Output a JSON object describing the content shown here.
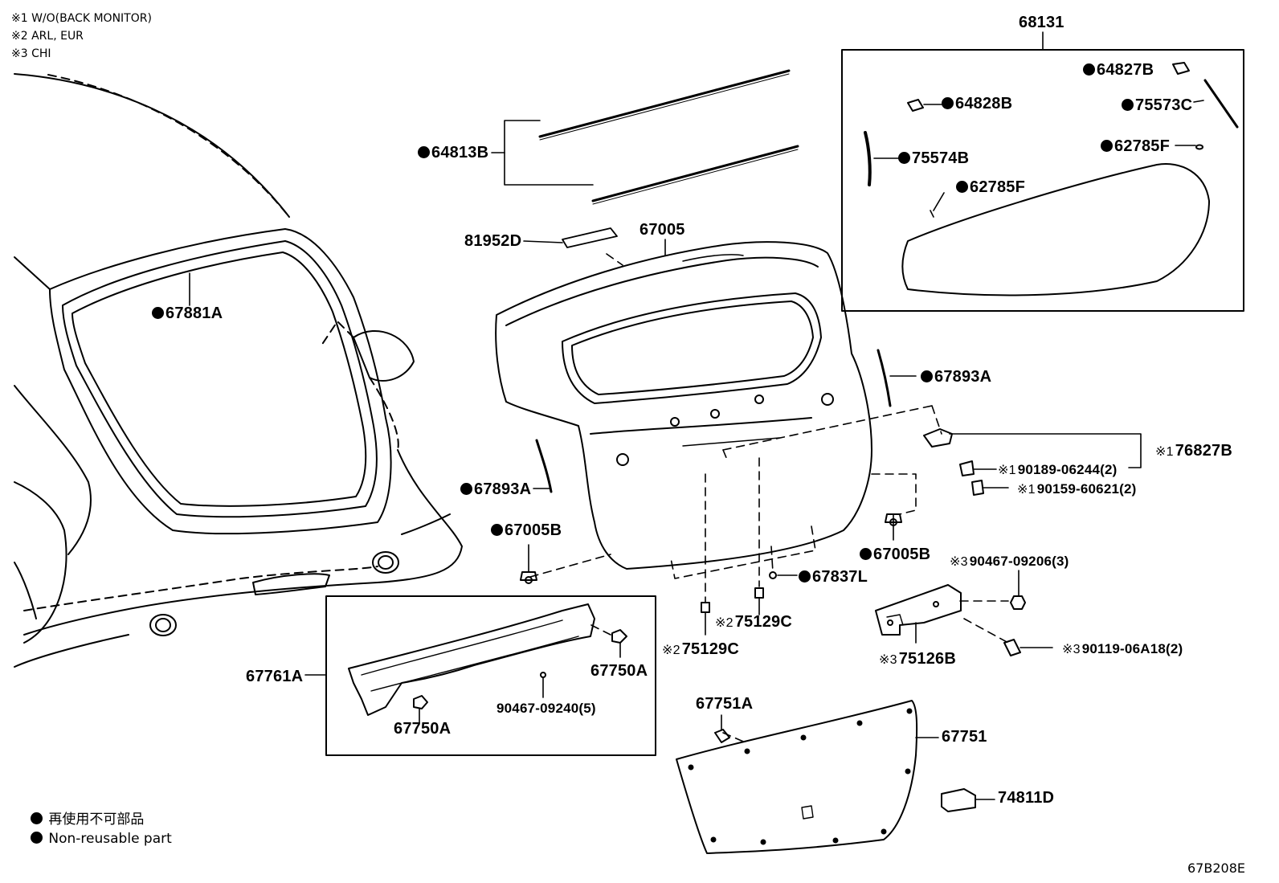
{
  "notes": [
    "※1 W/O(BACK MONITOR)",
    "※2 ARL, EUR",
    "※3 CHI"
  ],
  "legend": {
    "jp": "再使用不可部品",
    "en": "Non-reusable part"
  },
  "diagram_code": "67B208E",
  "box_68131_title": "68131",
  "parts": {
    "p64827B": {
      "pre": "●",
      "num": "64827B"
    },
    "p64828B": {
      "pre": "●",
      "num": "64828B"
    },
    "p75573C": {
      "pre": "●",
      "num": "75573C"
    },
    "p62785F_a": {
      "pre": "●",
      "num": "62785F"
    },
    "p75574B": {
      "pre": "●",
      "num": "75574B"
    },
    "p62785F_b": {
      "pre": "●",
      "num": "62785F"
    },
    "p64813B": {
      "pre": "●",
      "num": "64813B"
    },
    "p81952D": {
      "pre": "",
      "num": "81952D"
    },
    "p67005": {
      "pre": "",
      "num": "67005"
    },
    "p67881A": {
      "pre": "●",
      "num": "67881A"
    },
    "p67893A_r": {
      "pre": "●",
      "num": "67893A"
    },
    "p67893A_l": {
      "pre": "●",
      "num": "67893A"
    },
    "p76827B": {
      "pre": "※1",
      "num": "76827B"
    },
    "p90189": {
      "pre": "※1",
      "num": "90189-06244(2)"
    },
    "p90159": {
      "pre": "※1",
      "num": "90159-60621(2)"
    },
    "p67005B_l": {
      "pre": "●",
      "num": "67005B"
    },
    "p67005B_r": {
      "pre": "●",
      "num": "67005B"
    },
    "p90467_09206": {
      "pre": "※3",
      "num": "90467-09206(3)"
    },
    "p67837L": {
      "pre": "●",
      "num": "67837L"
    },
    "p75129C_a": {
      "pre": "※2",
      "num": "75129C"
    },
    "p75129C_b": {
      "pre": "※2",
      "num": "75129C"
    },
    "p75126B": {
      "pre": "※3",
      "num": "75126B"
    },
    "p90119": {
      "pre": "※3",
      "num": "90119-06A18(2)"
    },
    "p67761A": {
      "pre": "",
      "num": "67761A"
    },
    "p67750A_a": {
      "pre": "",
      "num": "67750A"
    },
    "p67750A_b": {
      "pre": "",
      "num": "67750A"
    },
    "p90467_09240": {
      "pre": "",
      "num": "90467-09240(5)"
    },
    "p67751A": {
      "pre": "",
      "num": "67751A"
    },
    "p67751": {
      "pre": "",
      "num": "67751"
    },
    "p74811D": {
      "pre": "",
      "num": "74811D"
    }
  }
}
